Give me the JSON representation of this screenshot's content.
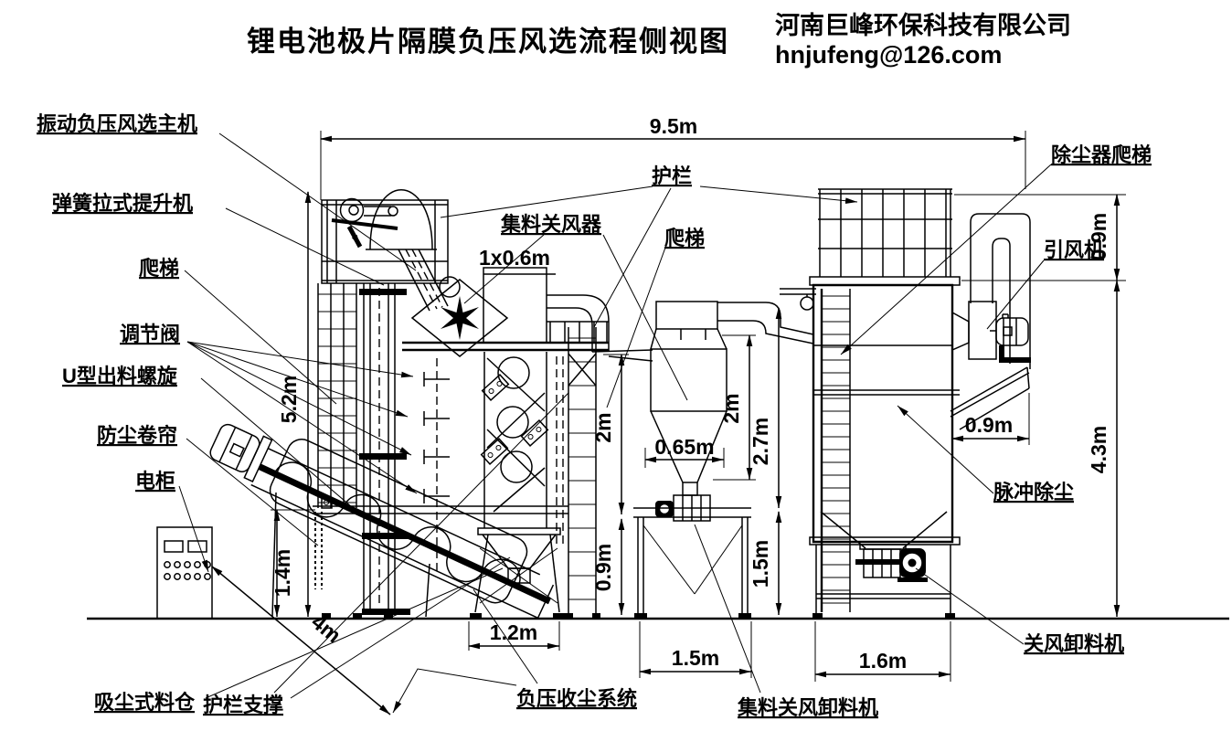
{
  "header": {
    "title": "锂电池极片隔膜负压风选流程侧视图",
    "company": "河南巨峰环保科技有限公司",
    "email": "hnjufeng@126.com"
  },
  "equipment_labels": {
    "vibrating_separator_main": "振动负压风选主机",
    "spring_pull_elevator": "弹簧拉式提升机",
    "ladder_left": "爬梯",
    "regulating_valve": "调节阀",
    "u_type_discharge_screw": "U型出料螺旋",
    "dust_curtain": "防尘卷帘",
    "electric_cabinet": "电柜",
    "dust_suction_hopper": "吸尘式料仓",
    "railing_support": "护栏支撑",
    "negative_pressure_dust_system": "负压收尘系统",
    "collecting_airlock_discharger": "集料关风卸料机",
    "airlock_discharger": "关风卸料机",
    "dust_collector_ladder": "除尘器爬梯",
    "induced_draft_fan": "引风机",
    "pulse_dust_collector": "脉冲除尘",
    "railing": "护栏",
    "collecting_airlock": "集料关风器",
    "ladder_mid": "爬梯"
  },
  "dimensions": {
    "overall_width": "9.5m",
    "railing_height_right": "0.9m",
    "collector_height": "4.3m",
    "tower_height": "5.2m",
    "hopper_height": "1.4m",
    "screw_length": "4m",
    "separator_base_width": "1.2m",
    "stand_base_width": "1.5m",
    "collector_base_width": "1.6m",
    "cone_outlet_width": "0.65m",
    "inlet_size": "1x0.6m",
    "cyclone_height": "2m",
    "cyclone_total_height": "2.7m",
    "stand_height": "1.5m",
    "ladder_height": "2m",
    "ladder_base_height": "0.9m",
    "fan_offset": "0.9m"
  },
  "colors": {
    "line": "#000000",
    "background": "#ffffff"
  }
}
